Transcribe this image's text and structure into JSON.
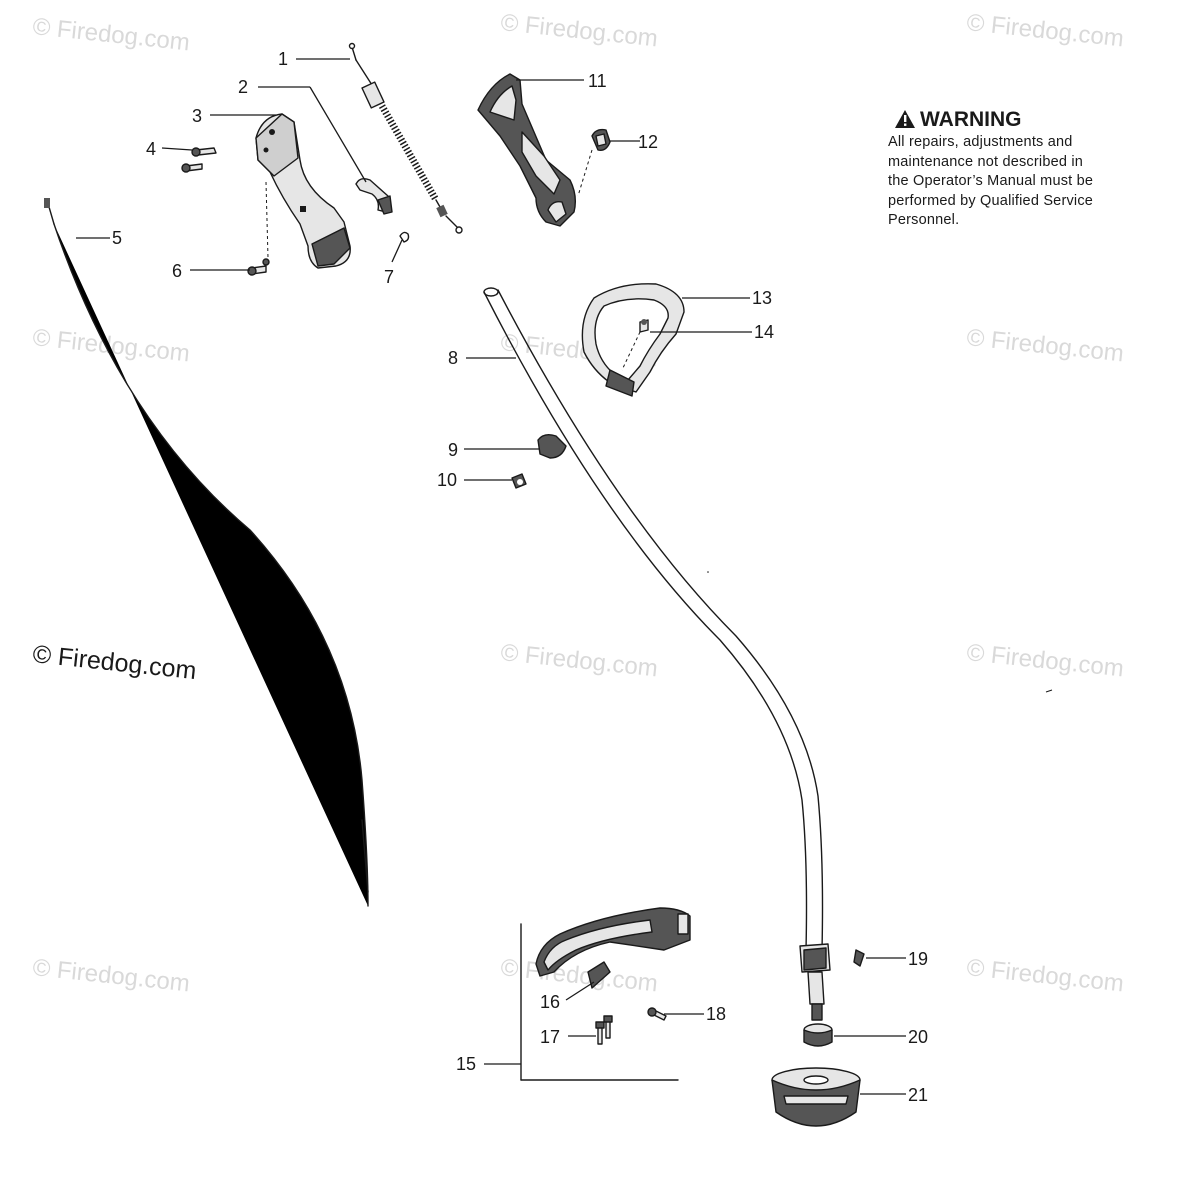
{
  "watermark": {
    "text": "© Firedog.com",
    "primary_text": "© Firedog.com"
  },
  "warning": {
    "icon": "warning-triangle-icon",
    "title": "WARNING",
    "lines": [
      "All repairs, adjustments and",
      "maintenance not described in",
      "the Operator’s Manual must be",
      "performed by Qualified Service",
      "Personnel."
    ]
  },
  "callouts": {
    "c1": "1",
    "c2": "2",
    "c3": "3",
    "c4": "4",
    "c5": "5",
    "c6": "6",
    "c7": "7",
    "c8": "8",
    "c9": "9",
    "c10": "10",
    "c11": "11",
    "c12": "12",
    "c13": "13",
    "c14": "14",
    "c15": "15",
    "c16": "16",
    "c17": "17",
    "c18": "18",
    "c19": "19",
    "c20": "20",
    "c21": "21"
  },
  "colors": {
    "line": "#1a1a1a",
    "part_fill": "#e6e6e6",
    "part_dark": "#555555",
    "watermark": "#d9d9d9"
  }
}
